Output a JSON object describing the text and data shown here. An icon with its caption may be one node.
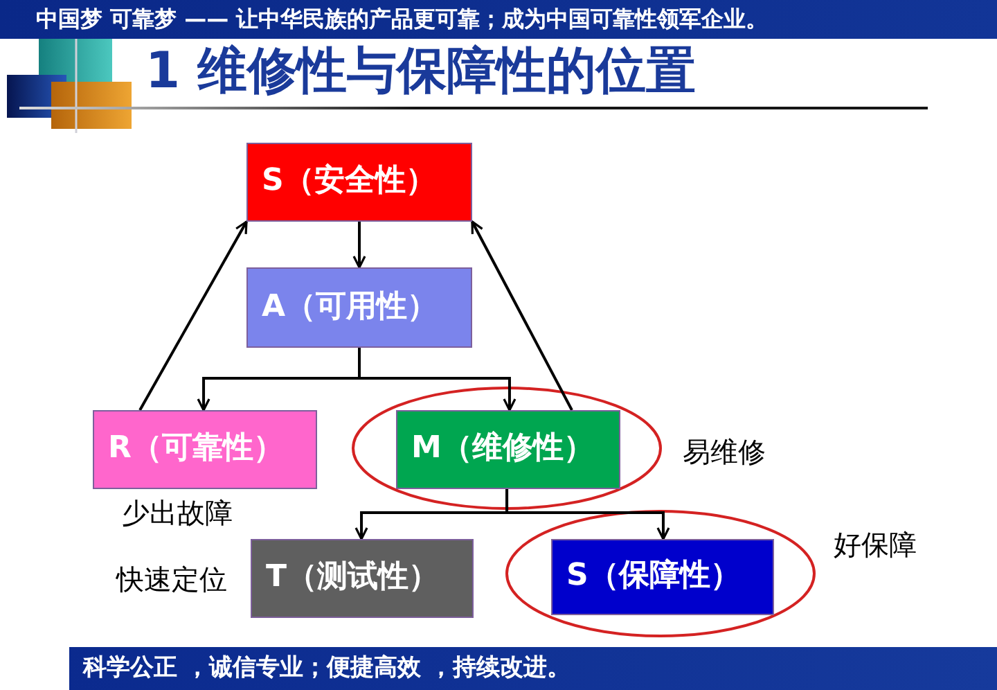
{
  "diagram": {
    "title": "1 维修性与保障性的位置",
    "nodes": [
      {
        "text": [
          "S（安全性）"
        ]
      },
      {
        "text": [
          "A（可用性）"
        ]
      },
      {
        "text": [
          "R（可靠性）"
        ],
        "beside": [
          "少出故障"
        ]
      },
      {
        "text": [
          "M（维修性）"
        ],
        "beside": [
          "易维修"
        ]
      },
      {
        "text": [
          "T（测试性）"
        ],
        "beside": [
          "快速定位"
        ]
      },
      {
        "text": [
          "S（保障性）"
        ],
        "beside": [
          "好保障"
        ]
      }
    ],
    "edges": [
      {
        "from": 0,
        "to": 1,
        "arrow": "to"
      },
      {
        "from": 1,
        "to": 2,
        "arrow": "to"
      },
      {
        "from": 1,
        "to": 3,
        "arrow": "to"
      },
      {
        "from": 2,
        "to": 0,
        "arrow": "to"
      },
      {
        "from": 3,
        "to": 0,
        "arrow": "to"
      },
      {
        "from": 3,
        "to": 4,
        "arrow": "to"
      },
      {
        "from": 3,
        "to": 5,
        "arrow": "to"
      }
    ],
    "labels": [
      "中国梦 可靠梦 —— 让中华民族的产品更可靠；成为中国可靠性领军企业。",
      "科学公正 ，诚信专业；便捷高效 ，持续改进。"
    ]
  }
}
